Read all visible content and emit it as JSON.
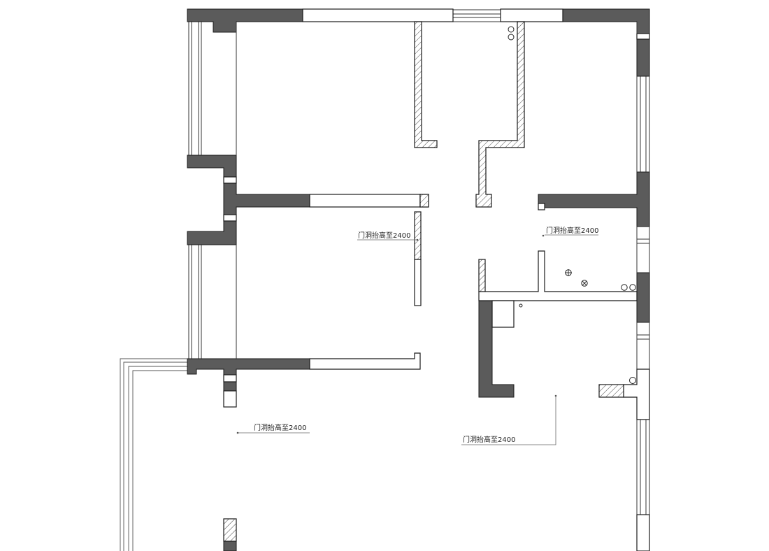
{
  "colors": {
    "wall_fill": "#5b5b5b",
    "line": "#1a1a1a",
    "background": "#ffffff"
  },
  "icons": [
    "floor-drain-icon",
    "ceiling-light-icon",
    "pipe-icon"
  ],
  "annotations": [
    {
      "id": "door-opening-note-1",
      "text": "门洞抬高至2400"
    },
    {
      "id": "door-opening-note-2",
      "text": "门洞抬高至2400"
    },
    {
      "id": "door-opening-note-3",
      "text": "门洞抬高至2400"
    },
    {
      "id": "door-opening-note-4",
      "text": "门洞抬高至2400"
    }
  ]
}
